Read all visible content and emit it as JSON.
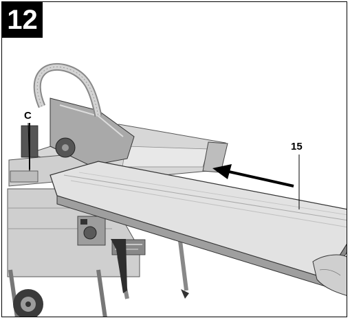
{
  "figure": {
    "number": "12",
    "callouts": {
      "c": "C",
      "fifteen": "15"
    }
  },
  "colors": {
    "aluminium_light": "#e4e4e4",
    "aluminium_mid": "#c8c8c8",
    "aluminium_dark": "#9a9a9a",
    "machine_grey": "#b5b5b5",
    "hose": "#c9c9c9",
    "outline": "#1a1a1a"
  },
  "icons": {
    "arrow": "arrow-left-icon"
  }
}
